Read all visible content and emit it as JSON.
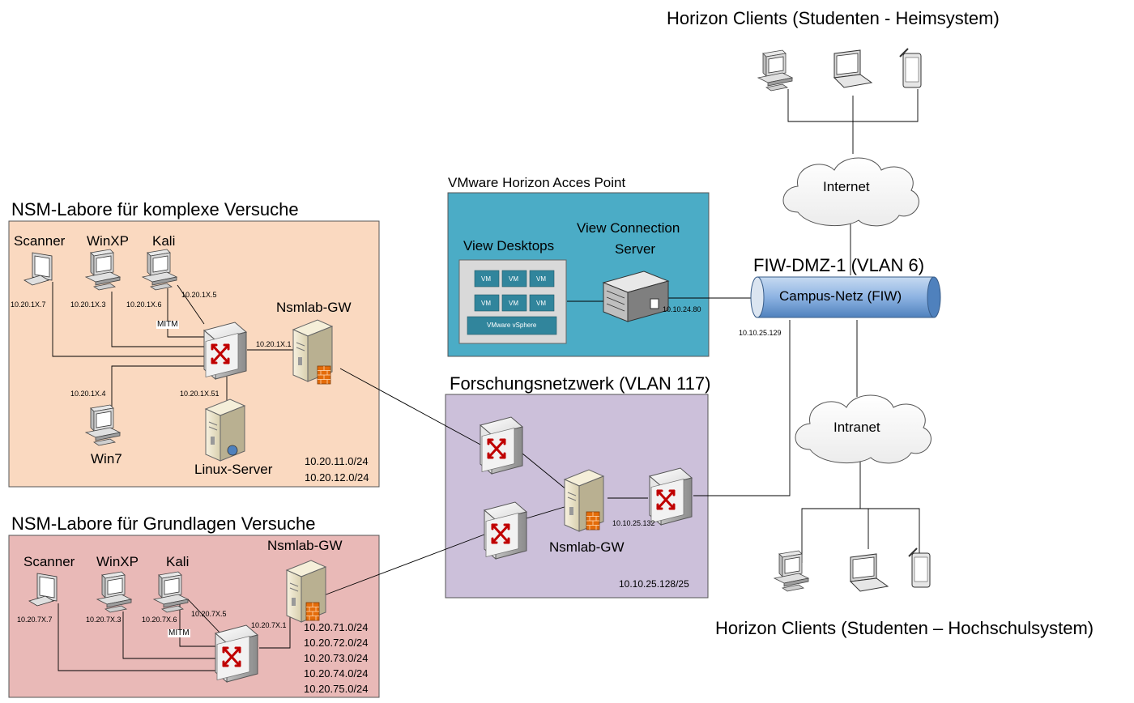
{
  "colors": {
    "nsm_complex_bg": "#fad9c0",
    "nsm_basic_bg": "#e9b9b7",
    "vmware_bg": "#4bacc6",
    "research_bg": "#ccc0da",
    "campus_pipe": "#7fa9d9"
  },
  "top_clients": {
    "title": "Horizon Clients (Studenten - Heimsystem)"
  },
  "bottom_clients": {
    "title": "Horizon Clients (Studenten – Hochschulsystem)"
  },
  "internet": {
    "label": "Internet"
  },
  "intranet": {
    "label": "Intranet"
  },
  "dmz": {
    "title": "FIW-DMZ-1 (VLAN 6)",
    "pipe_label": "Campus-Netz (FIW)",
    "ip_left": "10.10.25.129"
  },
  "vmware": {
    "title": "VMware Horizon Acces Point",
    "desktops_label": "View Desktops",
    "server_label_line1": "View Connection",
    "server_label_line2": "Server",
    "vm_label": "VM",
    "vsphere_label": "VMware vSphere",
    "server_ip": "10.10.24.80"
  },
  "research": {
    "title": "Forschungsnetzwerk (VLAN 117)",
    "gw_label": "Nsmlab-GW",
    "gw_ip": "10.10.25.132",
    "subnet": "10.10.25.128/25"
  },
  "nsm_complex": {
    "title": "NSM-Labore für komplexe Versuche",
    "scanner": "Scanner",
    "winxp": "WinXP",
    "kali": "Kali",
    "win7": "Win7",
    "linux": "Linux-Server",
    "gw": "Nsmlab-GW",
    "mitm": "MITM",
    "ip_scanner": "10.20.1X.7",
    "ip_winxp": "10.20.1X.3",
    "ip_kali": "10.20.1X.6",
    "ip_kali2": "10.20.1X.5",
    "ip_gw": "10.20.1X.1",
    "ip_win7": "10.20.1X.4",
    "ip_linux": "10.20.1X.51",
    "subnets": [
      "10.20.11.0/24",
      "10.20.12.0/24"
    ]
  },
  "nsm_basic": {
    "title": "NSM-Labore für Grundlagen Versuche",
    "scanner": "Scanner",
    "winxp": "WinXP",
    "kali": "Kali",
    "gw": "Nsmlab-GW",
    "mitm": "MITM",
    "ip_scanner": "10.20.7X.7",
    "ip_winxp": "10.20.7X.3",
    "ip_kali": "10.20.7X.6",
    "ip_kali2": "10.20.7X.5",
    "ip_gw": "10.20.7X.1",
    "subnets": [
      "10.20.71.0/24",
      "10.20.72.0/24",
      "10.20.73.0/24",
      "10.20.74.0/24",
      "10.20.75.0/24"
    ]
  }
}
